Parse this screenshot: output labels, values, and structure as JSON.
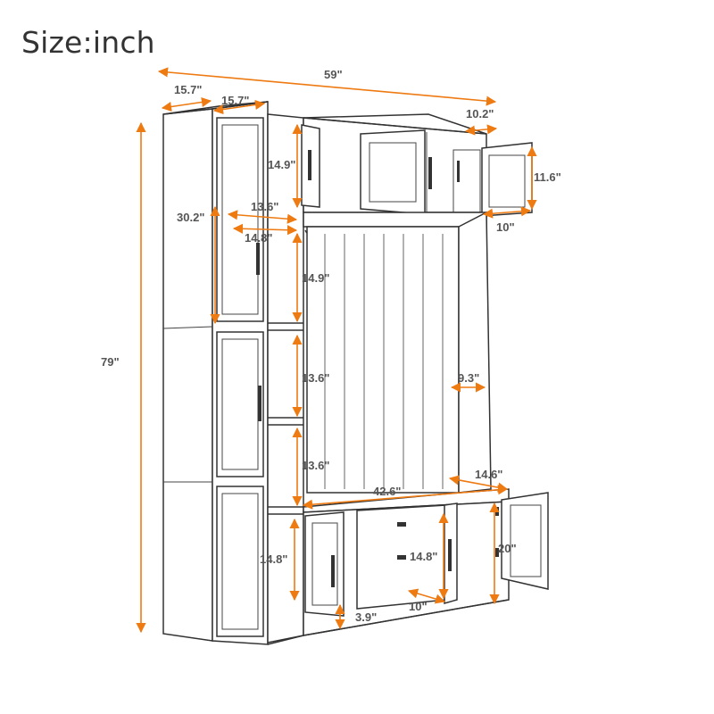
{
  "title": "Size:inch",
  "colors": {
    "dimension": "#ee7a12",
    "outline": "#333333",
    "label": "#555555"
  },
  "dimensions": {
    "overall_width": "59\"",
    "overall_height": "79\"",
    "side_depth": "15.7\"",
    "side_width": "15.7\"",
    "top_cabinet_depth": "10.2\"",
    "top_cabinet_height": "14.9\"",
    "top_right_door_height": "11.6\"",
    "top_right_width": "10\"",
    "tall_cabinet_upper_height": "30.2\"",
    "tall_cabinet_inner_width": "13.6\"",
    "tall_cabinet_shelf_width": "14.8\"",
    "side_shelf_height_upper": "14.9\"",
    "side_shelf_height_mid": "13.6\"",
    "side_shelf_height_low": "13.6\"",
    "hook_panel_depth": "9.3\"",
    "bench_width": "42.6\"",
    "bench_depth": "14.6\"",
    "bottom_cabinet_height_left": "14.8\"",
    "bottom_cabinet_height_center": "14.8\"",
    "bottom_cabinet_width": "10\"",
    "bottom_right_height": "20\"",
    "toe_kick_height": "3.9\""
  }
}
